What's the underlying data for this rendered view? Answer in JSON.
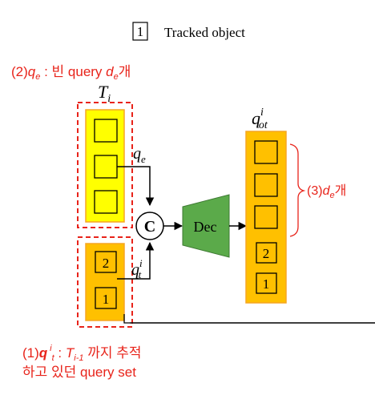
{
  "legend": {
    "symbol": "1",
    "label": "Tracked object"
  },
  "ti_label": {
    "main": "T",
    "sub": "i"
  },
  "qe_arrow_label": {
    "main": "q",
    "sub": "e"
  },
  "qt_arrow_label": {
    "main": "q",
    "sup": "i",
    "sub": "t"
  },
  "qot_label": {
    "main": "q",
    "sup": "i",
    "sub": "ot"
  },
  "combine_symbol": "C",
  "decoder_label": "Dec",
  "tracked_slots": [
    "2",
    "1"
  ],
  "output_tracked_slots": [
    "2",
    "1"
  ],
  "annotation_qe": {
    "prefix": "(2)",
    "var": "q",
    "var_sub": "e",
    "text": " : 빈 query ",
    "d": "d",
    "d_sub": "e",
    "suffix": "개"
  },
  "annotation_count": {
    "prefix": "(3)",
    "d": "d",
    "d_sub": "e",
    "suffix": "개"
  },
  "annotation_qt": {
    "prefix": "(1)",
    "var": "q",
    "var_sup": "i",
    "var_sub": "t",
    "sep": " : ",
    "t": "T",
    "t_sub": "i-1",
    "text": " 까지 추적",
    "line2": "하고 있던 query set"
  },
  "colors": {
    "yellow": "#FFFF00",
    "orange": "#FFC000",
    "outer_orange": "#F5A623",
    "decoder": "#5BAA4A",
    "red": "#E8231A",
    "line": "#000000"
  }
}
